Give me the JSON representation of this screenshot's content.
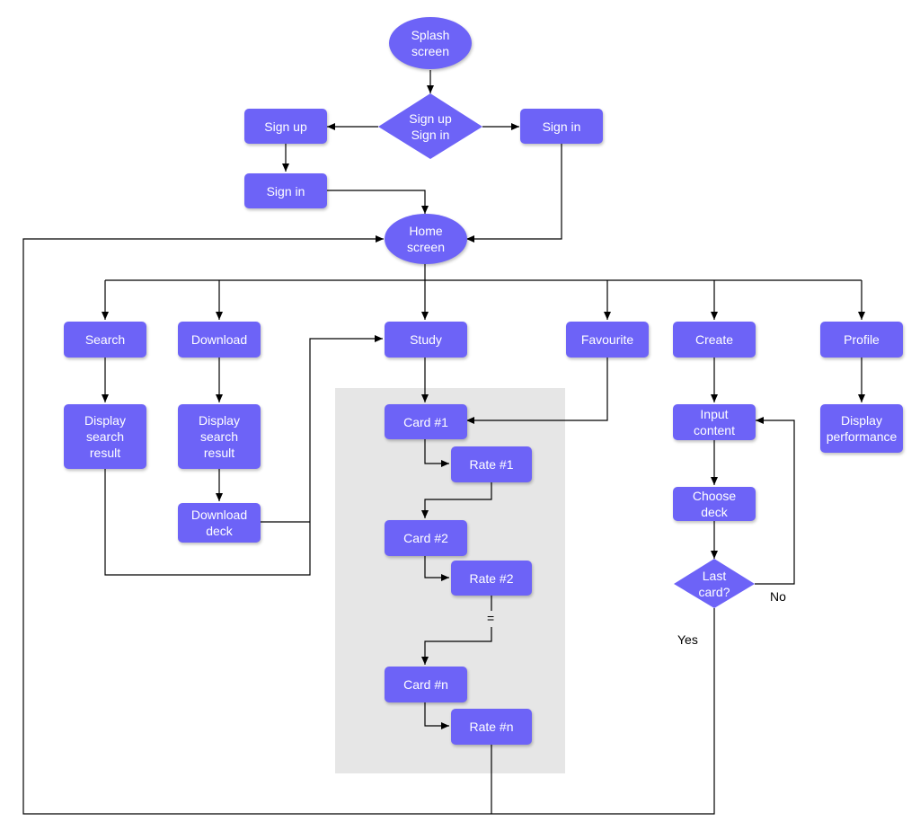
{
  "nodes": {
    "splash": "Splash\nscreen",
    "signup_signin": "Sign up\nSign in",
    "signup": "Sign up",
    "signin_left": "Sign in",
    "signin_right": "Sign in",
    "home": "Home\nscreen",
    "search": "Search",
    "download": "Download",
    "study": "Study",
    "favourite": "Favourite",
    "create": "Create",
    "profile": "Profile",
    "display_search_1": "Display\nsearch\nresult",
    "display_search_2": "Display\nsearch\nresult",
    "download_deck": "Download\ndeck",
    "card1": "Card #1",
    "rate1": "Rate #1",
    "card2": "Card #2",
    "rate2": "Rate #2",
    "cardn": "Card #n",
    "raten": "Rate #n",
    "input_content": "Input\ncontent",
    "choose_deck": "Choose\ndeck",
    "last_card": "Last\ncard?",
    "display_performance": "Display\nperformance"
  },
  "labels": {
    "no": "No",
    "yes": "Yes",
    "ellipsis": "="
  },
  "colors": {
    "node_fill": "#6d63f7",
    "region_fill": "#e6e6e6",
    "edge": "#000000"
  }
}
